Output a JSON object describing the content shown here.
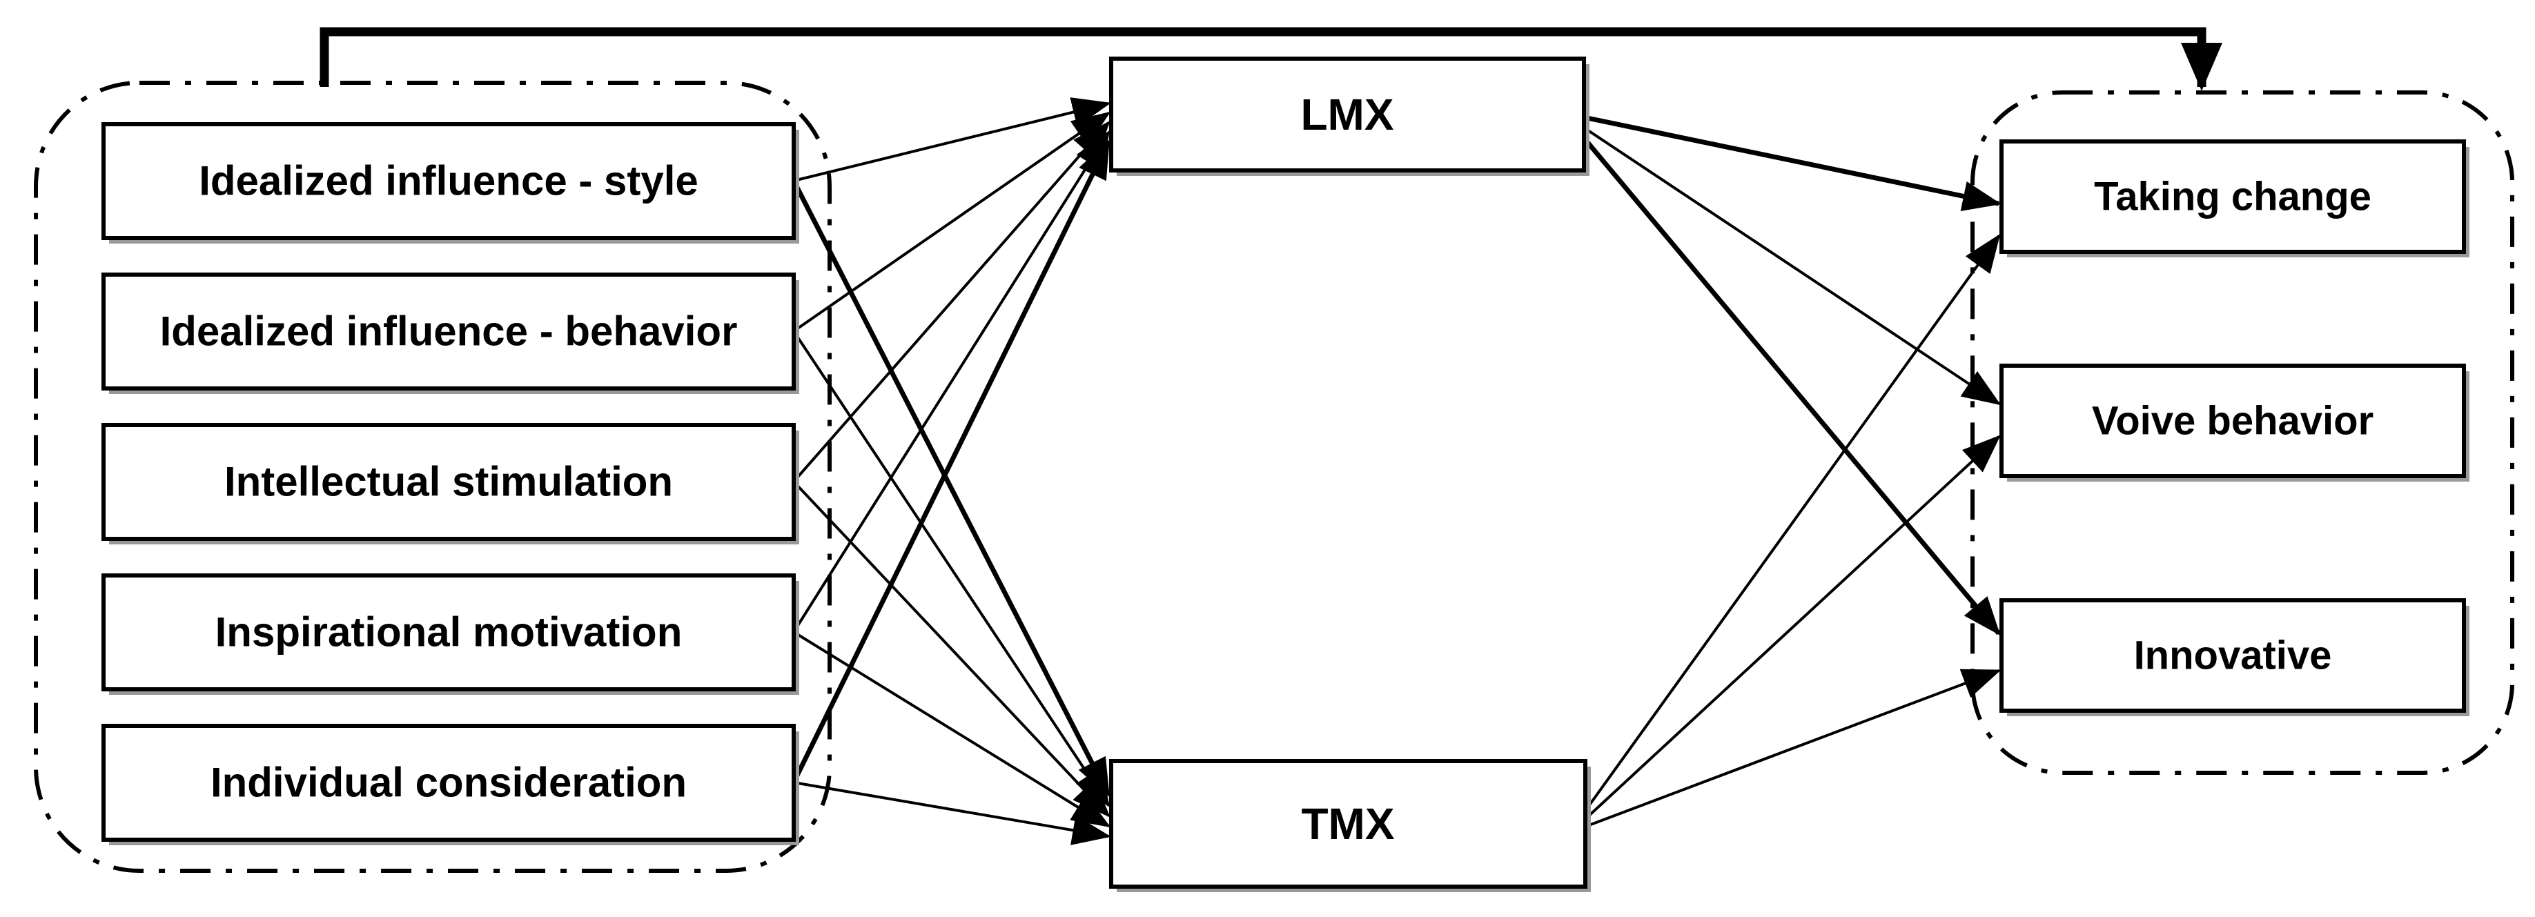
{
  "figure": {
    "type": "path-model-diagram",
    "colors": {
      "ink": "#000000",
      "paper": "#ffffff",
      "box_shadow": "#999999"
    },
    "left_group": {
      "boxes": [
        {
          "label": "Idealized influence - style"
        },
        {
          "label": "Idealized influence - behavior"
        },
        {
          "label": "Intellectual stimulation"
        },
        {
          "label": "Inspirational motivation"
        },
        {
          "label": "Individual consideration"
        }
      ]
    },
    "mediators": {
      "lmx": {
        "label": "LMX"
      },
      "tmx": {
        "label": "TMX"
      }
    },
    "right_group": {
      "boxes": [
        {
          "label": "Taking change"
        },
        {
          "label": "Voive behavior"
        },
        {
          "label": "Innovative"
        }
      ]
    },
    "edges": [
      {
        "from": "Idealized influence - style",
        "to": "LMX",
        "weight": "normal"
      },
      {
        "from": "Idealized influence - behavior",
        "to": "LMX",
        "weight": "normal"
      },
      {
        "from": "Intellectual stimulation",
        "to": "LMX",
        "weight": "normal"
      },
      {
        "from": "Inspirational motivation",
        "to": "LMX",
        "weight": "normal"
      },
      {
        "from": "Individual consideration",
        "to": "LMX",
        "weight": "thick"
      },
      {
        "from": "Idealized influence - style",
        "to": "TMX",
        "weight": "thick"
      },
      {
        "from": "Idealized influence - behavior",
        "to": "TMX",
        "weight": "normal"
      },
      {
        "from": "Intellectual stimulation",
        "to": "TMX",
        "weight": "normal"
      },
      {
        "from": "Inspirational motivation",
        "to": "TMX",
        "weight": "normal"
      },
      {
        "from": "Individual consideration",
        "to": "TMX",
        "weight": "normal"
      },
      {
        "from": "LMX",
        "to": "Taking change",
        "weight": "thick"
      },
      {
        "from": "LMX",
        "to": "Voive behavior",
        "weight": "normal"
      },
      {
        "from": "LMX",
        "to": "Innovative",
        "weight": "thick"
      },
      {
        "from": "TMX",
        "to": "Taking change",
        "weight": "normal"
      },
      {
        "from": "TMX",
        "to": "Voive behavior",
        "weight": "normal"
      },
      {
        "from": "TMX",
        "to": "Innovative",
        "weight": "normal"
      },
      {
        "from": "left-group",
        "to": "right-group",
        "weight": "extra-thick",
        "note": "direct path over the top"
      }
    ]
  }
}
